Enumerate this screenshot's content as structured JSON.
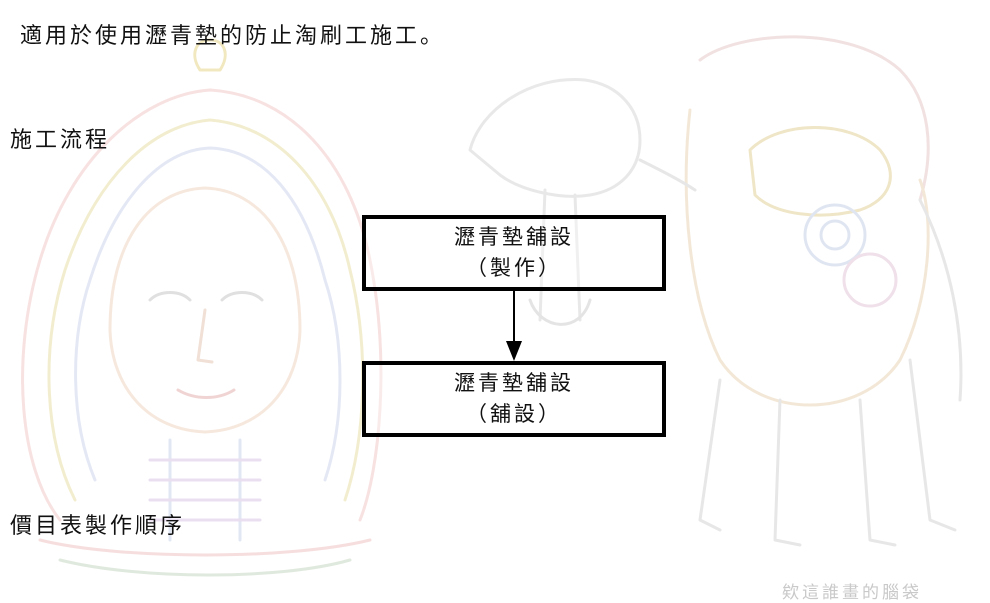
{
  "document": {
    "intro_text": "適用於使用瀝青墊的防止淘刷工施工。",
    "section_flow_heading": "施工流程",
    "section_price_heading": "價目表製作順序"
  },
  "flowchart": {
    "steps": [
      {
        "line1": "瀝青墊舖設",
        "line2": "（製作）"
      },
      {
        "line1": "瀝青墊舖設",
        "line2": "（舖設）"
      }
    ]
  },
  "watermark": {
    "caption": "欸這誰畫的腦袋"
  },
  "colors": {
    "text": "#111111",
    "border": "#000000",
    "watermark_tone": "#c9c9c9"
  }
}
